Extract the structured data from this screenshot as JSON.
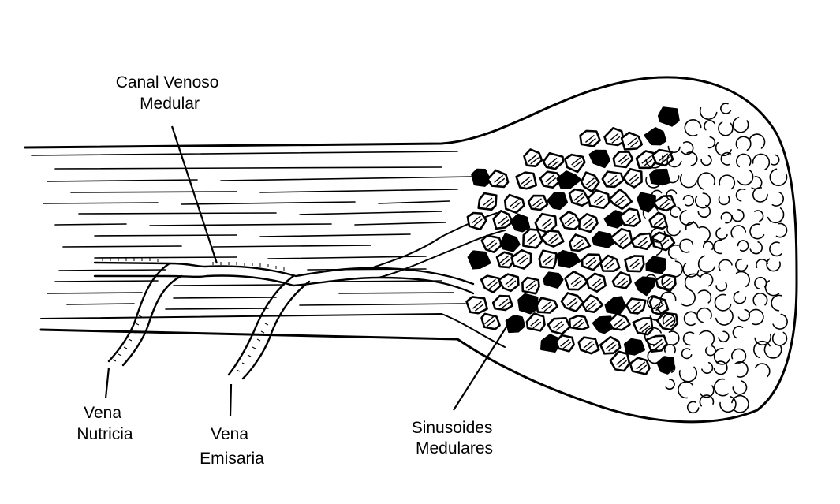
{
  "labels": {
    "canal_venoso_medular": [
      "Canal Venoso",
      "Medular"
    ],
    "vena_nutricia": [
      "Vena",
      "Nutricia"
    ],
    "vena_emisaria": [
      "Vena",
      "Emisaria"
    ],
    "sinusoides_medulares": [
      "Sinusoides",
      "Medulares"
    ]
  },
  "colors": {
    "ink": "#000000",
    "background": "#ffffff"
  }
}
